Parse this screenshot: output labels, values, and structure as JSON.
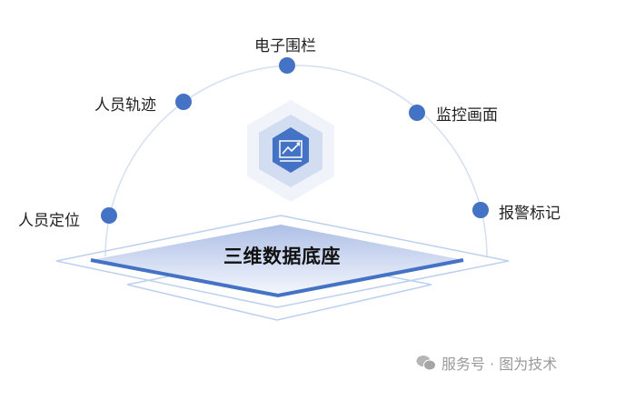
{
  "title": "三维数据底座",
  "nodes": [
    {
      "label": "电子围栏"
    },
    {
      "label": "人员轨迹"
    },
    {
      "label": "监控画面"
    },
    {
      "label": "人员定位"
    },
    {
      "label": "报警标记"
    }
  ],
  "watermark": "服务号 · 图为技术",
  "icons": {
    "center": "chart-trend-icon",
    "watermark": "wechat-icon"
  },
  "colors": {
    "accent": "#4472c4",
    "light": "#c7d6f2",
    "arc": "#d5dff0"
  }
}
